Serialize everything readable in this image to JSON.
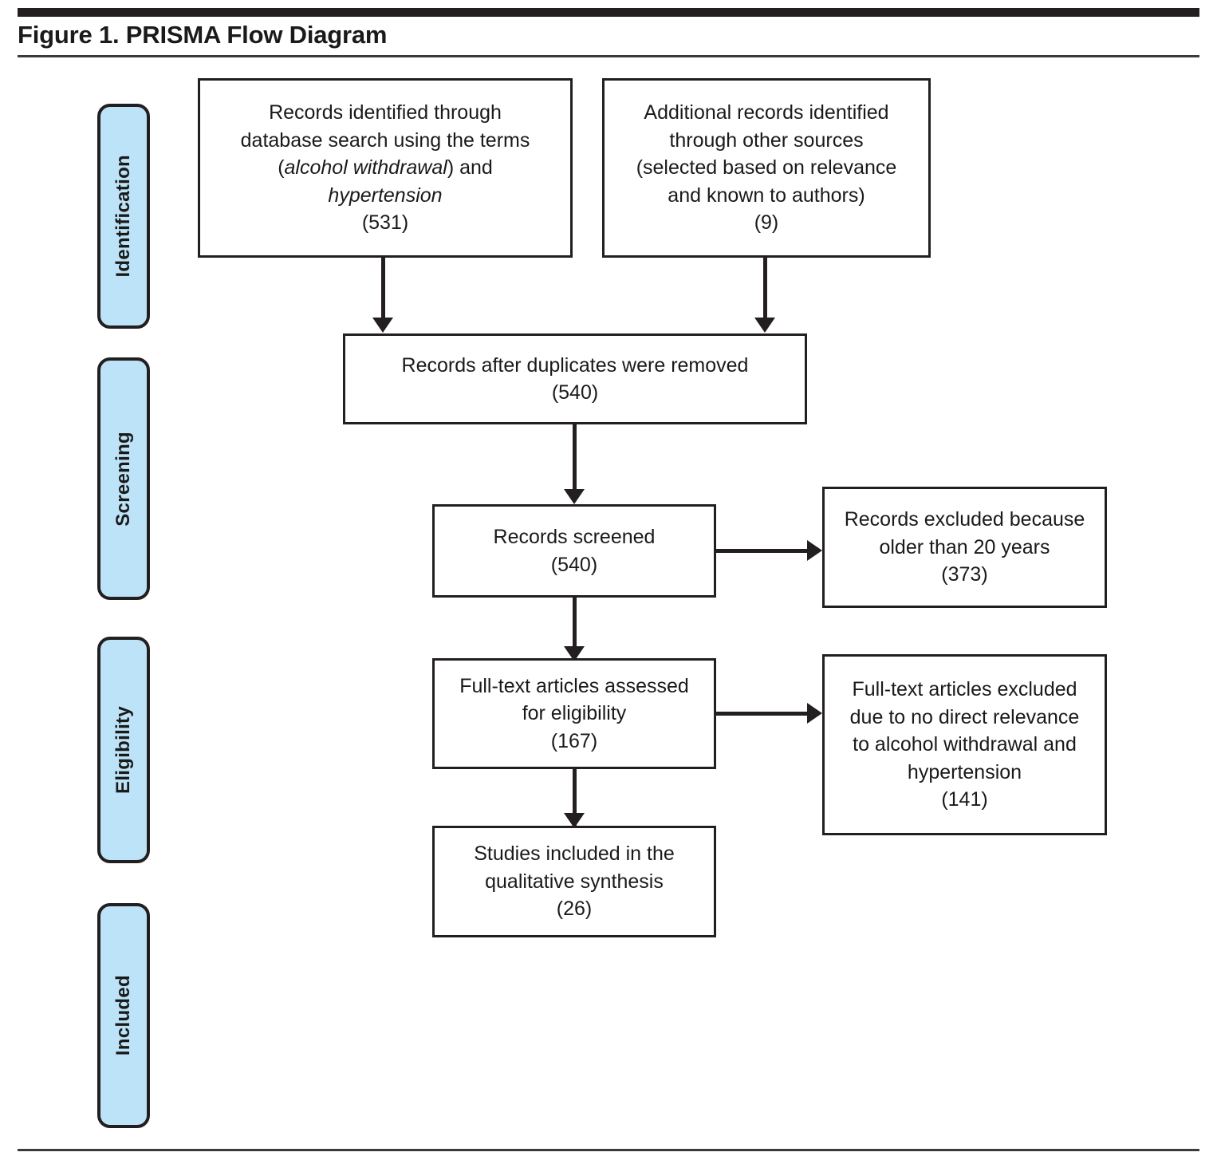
{
  "figure": {
    "title": "Figure 1. PRISMA Flow Diagram"
  },
  "colors": {
    "stage_fill": "#bce3f7",
    "stroke": "#231f20",
    "text": "#1a1a1a",
    "page_background": "#ffffff"
  },
  "stages": [
    {
      "id": "identification",
      "label": "Identification"
    },
    {
      "id": "screening",
      "label": "Screening"
    },
    {
      "id": "eligibility",
      "label": "Eligibility"
    },
    {
      "id": "included",
      "label": "Included"
    }
  ],
  "nodes": {
    "database_search": {
      "line1": "Records identified through",
      "line2": "database search using the terms",
      "line3_pre": "(",
      "line3_italic": "alcohol withdrawal",
      "line3_post": ") and",
      "line4_italic": "hypertension",
      "count": "(531)"
    },
    "other_sources": {
      "line1": "Additional records identified",
      "line2": "through other sources",
      "line3": "(selected based on relevance",
      "line4": "and known to authors)",
      "count": "(9)"
    },
    "duplicates_removed": {
      "line1": "Records after duplicates were removed",
      "count": "(540)"
    },
    "records_screened": {
      "line1": "Records screened",
      "count": "(540)"
    },
    "records_excluded": {
      "line1": "Records excluded because",
      "line2": "older than 20 years",
      "count": "(373)"
    },
    "fulltext_assessed": {
      "line1": "Full-text articles assessed",
      "line2": "for eligibility",
      "count": "(167)"
    },
    "fulltext_excluded": {
      "line1": "Full-text articles excluded",
      "line2": "due to no direct relevance",
      "line3": "to alcohol withdrawal and",
      "line4": "hypertension",
      "count": "(141)"
    },
    "studies_included": {
      "line1": "Studies included in the",
      "line2": "qualitative synthesis",
      "count": "(26)"
    }
  },
  "chart_data": {
    "type": "diagram",
    "title": "Figure 1. PRISMA Flow Diagram",
    "diagram_kind": "PRISMA flow diagram",
    "stages": [
      "Identification",
      "Screening",
      "Eligibility",
      "Included"
    ],
    "counts": {
      "records_identified_database_search": 531,
      "additional_records_other_sources": 9,
      "records_after_duplicates_removed": 540,
      "records_screened": 540,
      "records_excluded_older_than_20_years": 373,
      "full_text_articles_assessed_for_eligibility": 167,
      "full_text_articles_excluded_no_direct_relevance": 141,
      "studies_included_qualitative_synthesis": 26
    },
    "search_terms": [
      "alcohol withdrawal",
      "hypertension"
    ],
    "edges": [
      {
        "from": "records_identified_database_search",
        "to": "records_after_duplicates_removed"
      },
      {
        "from": "additional_records_other_sources",
        "to": "records_after_duplicates_removed"
      },
      {
        "from": "records_after_duplicates_removed",
        "to": "records_screened"
      },
      {
        "from": "records_screened",
        "to": "records_excluded_older_than_20_years"
      },
      {
        "from": "records_screened",
        "to": "full_text_articles_assessed_for_eligibility"
      },
      {
        "from": "full_text_articles_assessed_for_eligibility",
        "to": "full_text_articles_excluded_no_direct_relevance"
      },
      {
        "from": "full_text_articles_assessed_for_eligibility",
        "to": "studies_included_qualitative_synthesis"
      }
    ]
  }
}
